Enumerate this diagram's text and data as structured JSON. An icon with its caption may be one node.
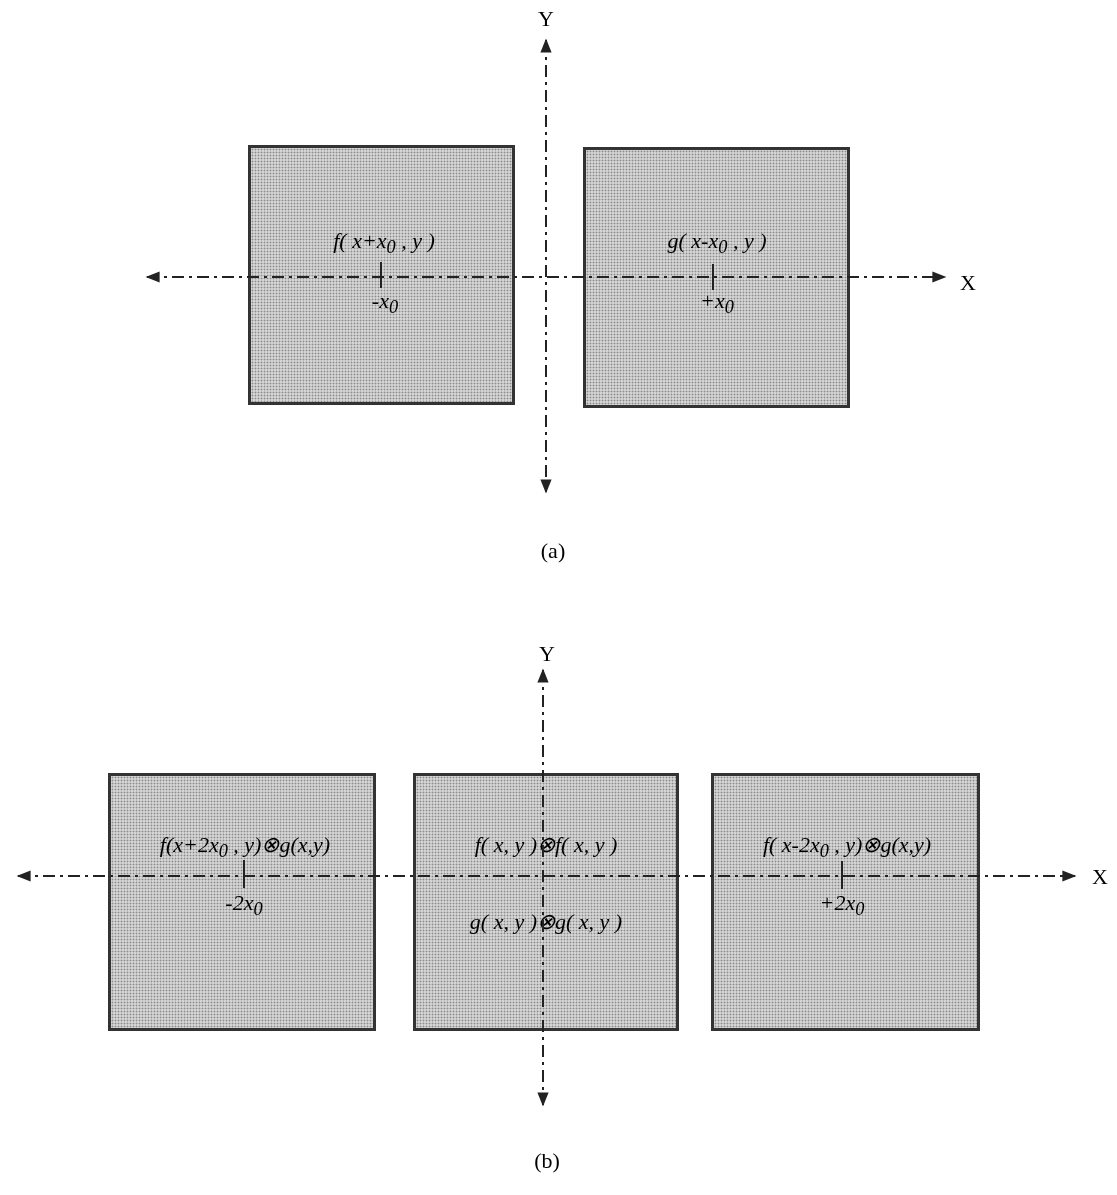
{
  "diagram": {
    "nodes": [
      {
        "text": [
          "f( x+x$_{0}$ , y )"
        ]
      },
      {
        "text": [
          "g( x-x$_{0}$ , y )"
        ]
      },
      {
        "text": [
          "f(x+2x$_{0}$ , y)⊗g(x,y)"
        ]
      },
      {
        "text": [
          "f( x,  y )⊗f( x,  y )",
          "g( x,  y )⊗g( x,  y )"
        ]
      },
      {
        "text": [
          "f( x-2x$_{0}$ , y)⊗g(x,y)"
        ]
      }
    ],
    "labels": [
      "Y",
      "X",
      "-x$_{0}$",
      "+x$_{0}$",
      "(a)",
      "Y",
      "X",
      "-2x$_{0}$",
      "+2x$_{0}$",
      "(b)"
    ]
  }
}
